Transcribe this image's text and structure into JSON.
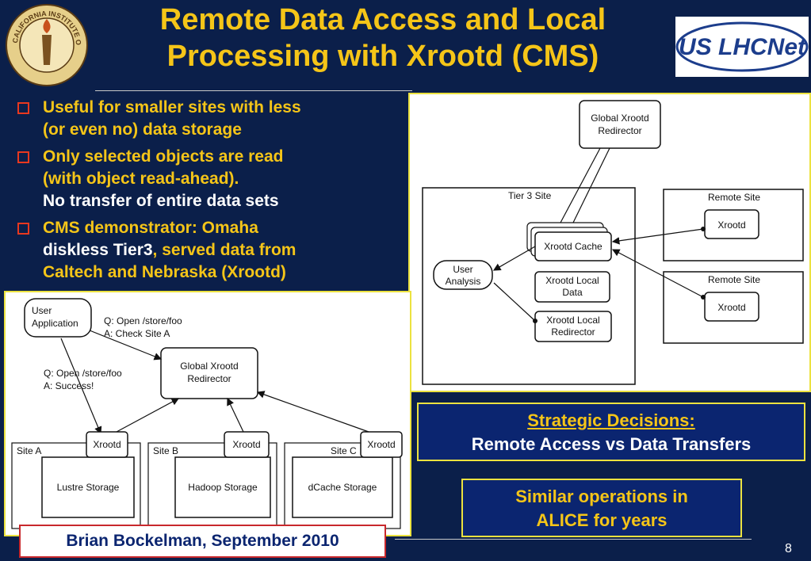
{
  "slide": {
    "title_line1": "Remote Data Access and Local",
    "title_line2": "Processing with Xrootd (CMS)",
    "seal_text": "CALIFORNIA INSTITUTE OF TECHNOLOGY 1891",
    "logo_text": "US LHCNet",
    "page_number": "8"
  },
  "bullets": [
    {
      "lines": [
        "Useful for smaller sites with less",
        "(or even no) data storage"
      ]
    },
    {
      "lines": [
        "Only selected objects are read",
        "(with object read-ahead)."
      ],
      "white_line": "No transfer of entire data sets"
    },
    {
      "line1": "CMS demonstrator: Omaha",
      "line2_white": "diskless Tier3",
      "line2_rest": ", served data from",
      "line3": "Caltech and Nebraska (Xrootd)"
    }
  ],
  "diagram_top": {
    "global": [
      "Global Xrootd",
      "Redirector"
    ],
    "tier3": "Tier 3 Site",
    "user": [
      "User",
      "Analysis"
    ],
    "cache": "Xrootd Cache",
    "local_data": [
      "Xrootd Local",
      "Data"
    ],
    "local_redirector": [
      "Xrootd Local",
      "Redirector"
    ],
    "remote_site": "Remote Site",
    "remote_xrootd": "Xrootd"
  },
  "diagram_bottom": {
    "user": [
      "User",
      "Application"
    ],
    "q1": [
      "Q: Open /store/foo",
      "A: Check Site A"
    ],
    "q2": [
      "Q: Open /store/foo",
      "A: Success!"
    ],
    "global": [
      "Global Xrootd",
      "Redirector"
    ],
    "xrootd": "Xrootd",
    "site_a": "Site A",
    "site_b": "Site B",
    "site_c": "Site C",
    "lustre": "Lustre Storage",
    "hadoop": "Hadoop Storage",
    "dcache": "dCache Storage"
  },
  "strategic": {
    "heading": "Strategic Decisions:",
    "text": "Remote Access vs Data Transfers"
  },
  "similar": {
    "line1": "Similar operations in",
    "line2": "ALICE for years"
  },
  "credit": "Brian Bockelman, September 2010"
}
